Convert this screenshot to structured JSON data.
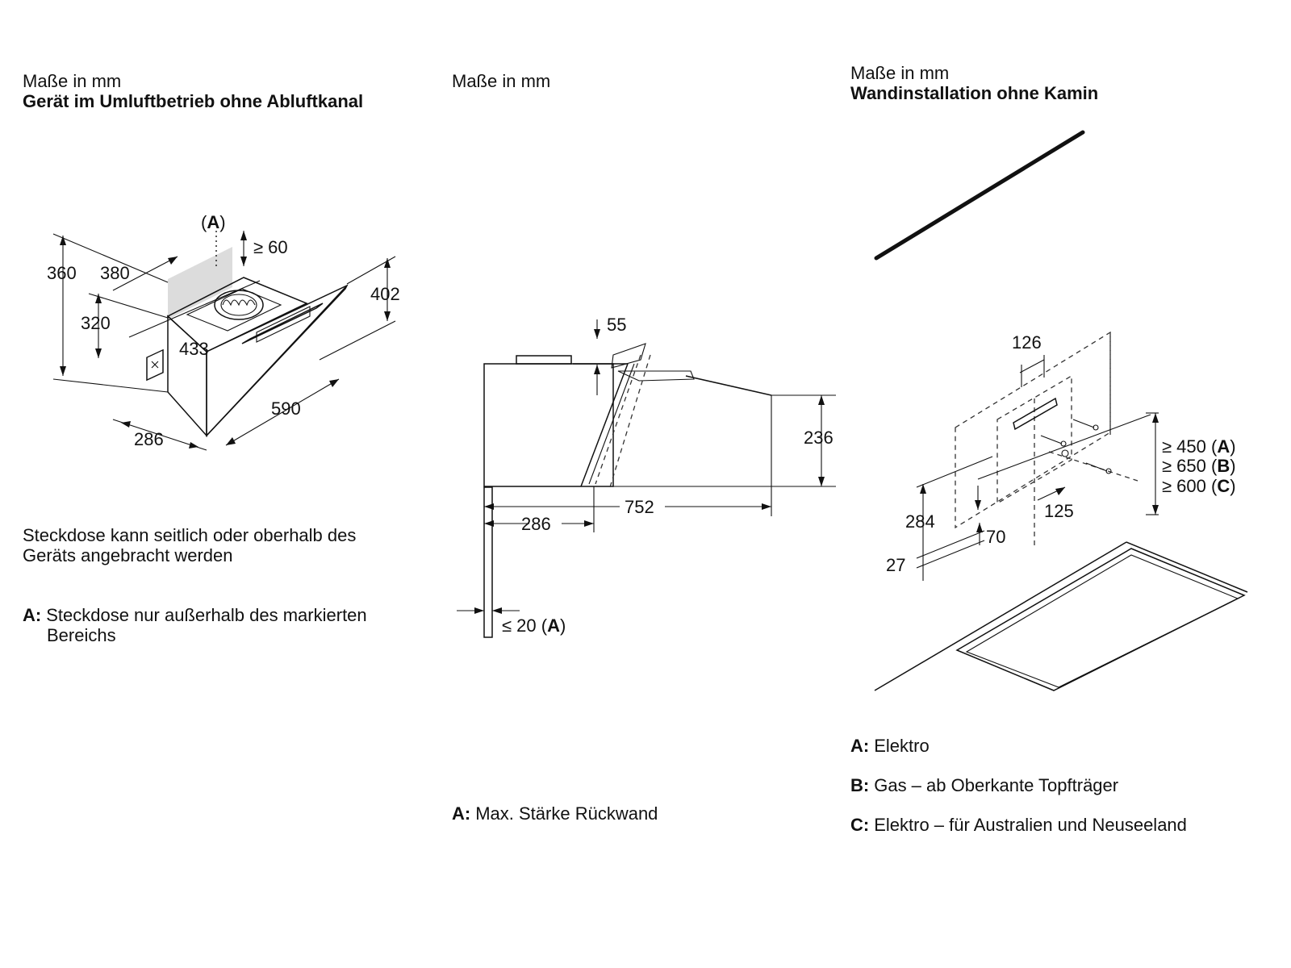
{
  "colors": {
    "line": "#111111",
    "background": "#ffffff",
    "zone_fill": "#dcdcdc"
  },
  "panel1": {
    "units": "Maße in mm",
    "title": "Gerät im Umluftbetrieb ohne Abluftkanal",
    "label_a": "A",
    "dimensions": {
      "d360": "360",
      "d380": "380",
      "d60": "≥ 60",
      "d402": "402",
      "d320": "320",
      "d433": "433",
      "d590": "590",
      "d286": "286"
    },
    "note_socket": "Steckdose kann seitlich oder oberhalb des",
    "note_socket_2": "Geräts angebracht werden",
    "legend_a_key": "A:",
    "legend_a_text": "Steckdose nur außerhalb des markierten",
    "legend_a_text_2": "Bereichs",
    "icons": [
      "socket-icon",
      "fan-icon"
    ]
  },
  "panel2": {
    "units": "Maße in mm",
    "dimensions": {
      "d55": "55",
      "d236": "236",
      "d752": "752",
      "d286": "286",
      "d20": "≤ 20",
      "d20_label": "A"
    },
    "legend_a_key": "A:",
    "legend_a_text": "Max. Stärke Rückwand"
  },
  "panel3": {
    "units": "Maße in mm",
    "title": "Wandinstallation ohne Kamin",
    "dimensions": {
      "d126": "126",
      "d284": "284",
      "d27": "27",
      "d70": "70",
      "d125": "125",
      "d450": "≥ 450",
      "d650": "≥ 650",
      "d600": "≥ 600",
      "l450": "A",
      "l650": "B",
      "l600": "C"
    },
    "legend": [
      {
        "key": "A:",
        "text": "Elektro"
      },
      {
        "key": "B:",
        "text": "Gas – ab Oberkante Topfträger"
      },
      {
        "key": "C:",
        "text": "Elektro – für Australien und Neuseeland"
      }
    ]
  }
}
